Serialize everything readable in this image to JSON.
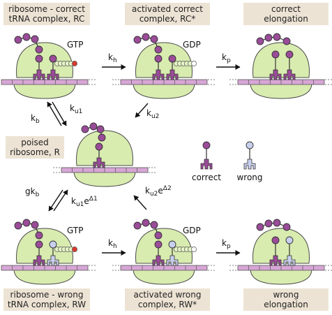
{
  "labels": {
    "rc": [
      "ribosome - correct",
      "tRNA complex, RC"
    ],
    "rc_star": [
      "activated correct",
      "complex, RC*"
    ],
    "correct_elong": [
      "correct",
      "elongation"
    ],
    "poised": [
      "poised",
      "ribosome, R"
    ],
    "rw": [
      "ribosome - wrong",
      "tRNA complex, RW"
    ],
    "rw_star": [
      "activated wrong",
      "complex, RW*"
    ],
    "wrong_elong": [
      "wrong",
      "elongation"
    ]
  },
  "nucleotides": {
    "gtp": "GTP",
    "gdp": "GDP"
  },
  "rates": {
    "kh": "k",
    "kh_sub": "h",
    "kp": "k",
    "kp_sub": "p",
    "ku1": "k",
    "ku1_sub": "u1",
    "kb": "k",
    "kb_sub": "b",
    "ku2": "k",
    "ku2_sub": "u2",
    "gkb": "gk",
    "gkb_sub": "b",
    "ku1e": "k",
    "ku1e_sub": "u1",
    "ku1e_mid": "e",
    "ku1e_sup": "Δ1",
    "ku2e": "k",
    "ku2e_sub": "u2",
    "ku2e_mid": "e",
    "ku2e_sup": "Δ2"
  },
  "legend": {
    "correct": "correct",
    "wrong": "wrong"
  },
  "colors": {
    "label_bg": "#ede3d4",
    "ribosome": "#d9ecb0",
    "ribosome_stroke": "#4a4a4a",
    "mrna": "#d7a6d6",
    "correct_trna": "#9a4c98",
    "wrong_trna": "#c9d0ee",
    "ef_tu": "#e4f3c4",
    "gtp_cap": "#d8382e",
    "gdp_cap": "#ffffff"
  }
}
